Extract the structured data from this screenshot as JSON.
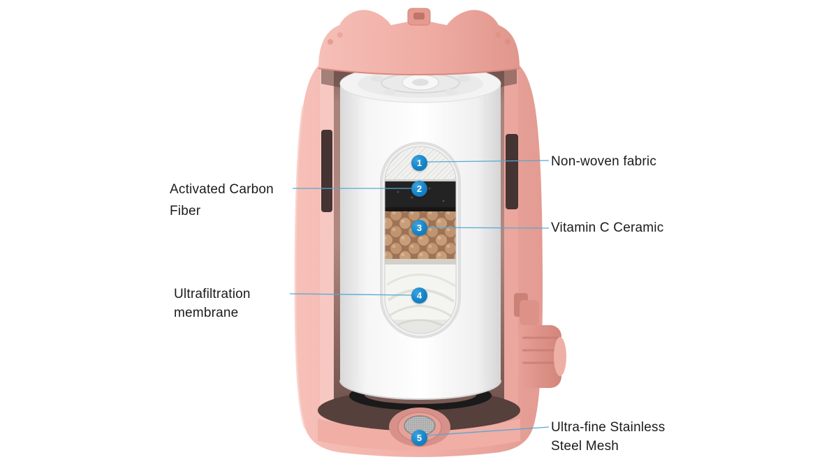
{
  "diagram": {
    "callouts": [
      {
        "num": "1",
        "lines": [
          "Non-woven fabric"
        ]
      },
      {
        "num": "2",
        "lines": [
          "Activated Carbon",
          "Fiber"
        ]
      },
      {
        "num": "3",
        "lines": [
          "Vitamin C Ceramic"
        ]
      },
      {
        "num": "4",
        "lines": [
          "Ultrafiltration",
          "membrane"
        ]
      },
      {
        "num": "5",
        "lines": [
          "Ultra-fine Stainless",
          "Steel Mesh"
        ]
      }
    ],
    "colors": {
      "background": "#ffffff",
      "housing_pink": "#f1b0a8",
      "housing_shadow_pink": "#e39b92",
      "marker_blue": "#1583c6",
      "leader_line_blue": "#58a7d3",
      "label_text": "#1b1b1b",
      "carbon_layer_black": "#232323",
      "ceramic_ball_tan": "#c89e79",
      "cartridge_white": "#f6f6f6",
      "oring_black": "#1a1a1a"
    }
  }
}
